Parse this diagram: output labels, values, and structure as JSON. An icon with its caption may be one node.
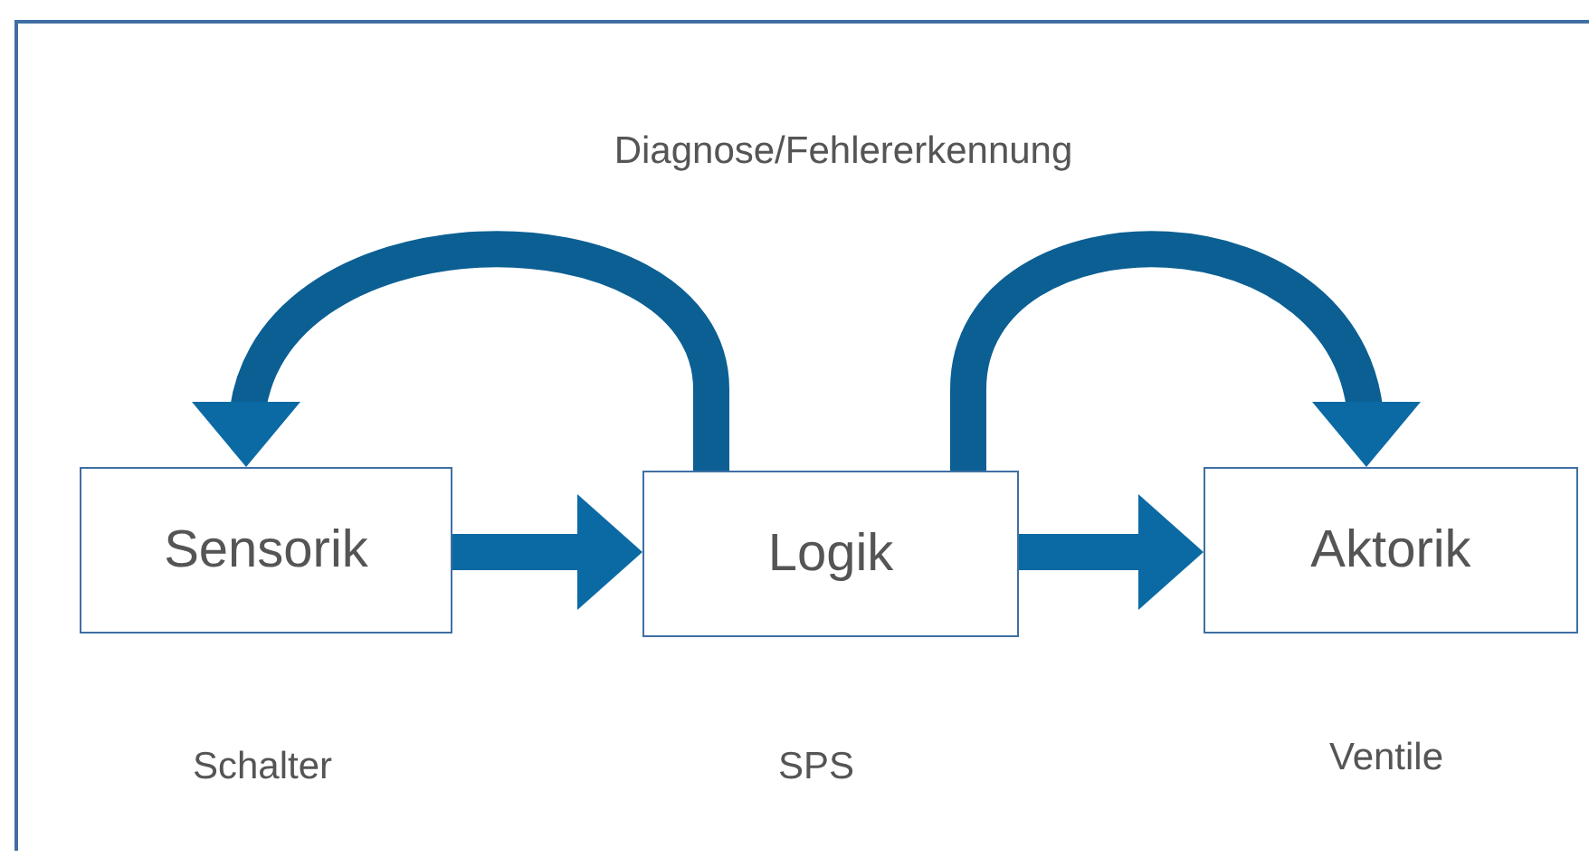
{
  "diagram": {
    "nodes": [
      {
        "text": [
          "Sensorik"
        ],
        "beside": [
          "Schalter"
        ]
      },
      {
        "text": [
          "Logik"
        ],
        "beside": [
          "SPS"
        ]
      },
      {
        "text": [
          "Aktorik"
        ],
        "beside": [
          "Ventile"
        ]
      }
    ],
    "edges": [
      {
        "from": 0,
        "to": 1,
        "arrow": "to"
      },
      {
        "from": 1,
        "to": 2,
        "arrow": "to"
      },
      {
        "from": 1,
        "to": 0,
        "arrow": "to"
      },
      {
        "from": 1,
        "to": 2,
        "arrow": "to"
      }
    ],
    "labels": [
      "Diagnose/Fehlererkennung"
    ]
  }
}
